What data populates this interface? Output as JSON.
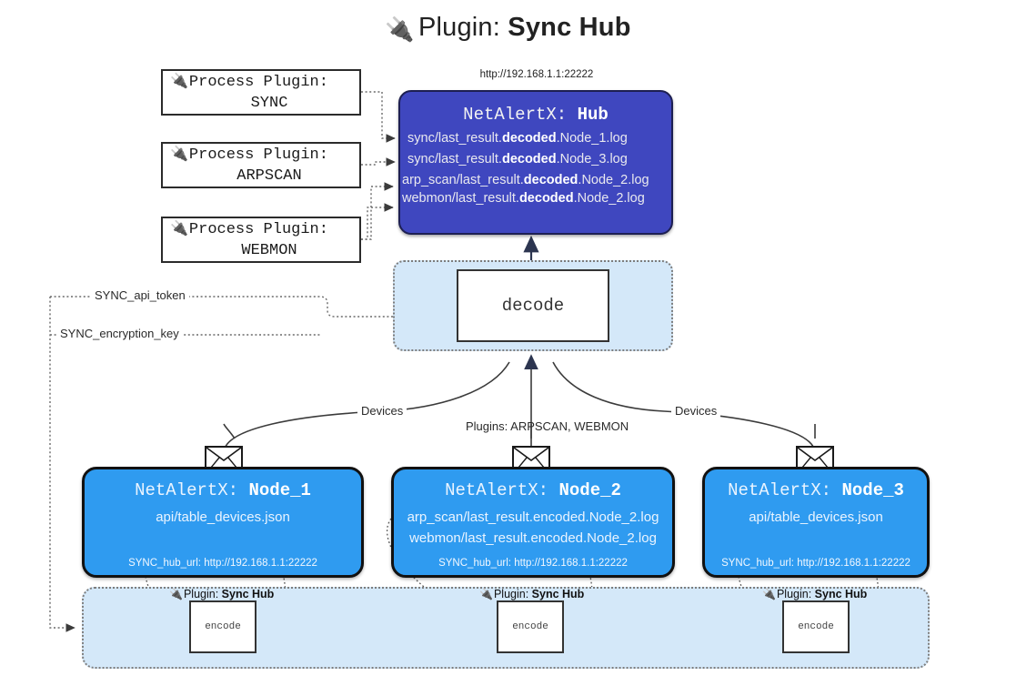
{
  "title": {
    "icon": "plug-icon",
    "prefix": "Plugin:",
    "name": "Sync Hub"
  },
  "hub": {
    "url": "http://192.168.1.1:22222",
    "title_prefix": "NetAlertX:",
    "title_name": "Hub",
    "log_lines": [
      {
        "pre": "sync/last_result.",
        "em": "decoded",
        "post": ".Node_1.log"
      },
      {
        "pre": "sync/last_result.",
        "em": "decoded",
        "post": ".Node_3.log"
      },
      {
        "pre": "arp_scan/last_result.",
        "em": "decoded",
        "post": ".Node_2.log"
      },
      {
        "pre": "webmon/last_result.",
        "em": "decoded",
        "post": ".Node_2.log"
      }
    ]
  },
  "process_plugins": [
    {
      "icon": "plug-icon",
      "line1": "Process Plugin:",
      "line2": "SYNC"
    },
    {
      "icon": "plug-icon",
      "line1": "Process Plugin:",
      "line2": "ARPSCAN"
    },
    {
      "icon": "plug-icon",
      "line1": "Process Plugin:",
      "line2": "WEBMON"
    }
  ],
  "decode": {
    "label": "decode"
  },
  "settings_edges": [
    {
      "label": "SYNC_api_token"
    },
    {
      "label": "SYNC_encryption_key"
    }
  ],
  "flow_labels": {
    "left_devices": "Devices",
    "center_plugins": "Plugins: ARPSCAN, WEBMON",
    "right_devices": "Devices"
  },
  "nodes": [
    {
      "title_prefix": "NetAlertX:",
      "title_name": "Node_1",
      "lines": [
        "api/table_devices.json"
      ],
      "footer": "SYNC_hub_url: http://192.168.1.1:22222"
    },
    {
      "title_prefix": "NetAlertX:",
      "title_name": "Node_2",
      "lines": [
        "arp_scan/last_result.encoded.Node_2.log",
        "webmon/last_result.encoded.Node_2.log"
      ],
      "footer": "SYNC_hub_url: http://192.168.1.1:22222"
    },
    {
      "title_prefix": "NetAlertX:",
      "title_name": "Node_3",
      "lines": [
        "api/table_devices.json"
      ],
      "footer": "SYNC_hub_url: http://192.168.1.1:22222"
    }
  ],
  "encoders": [
    {
      "icon": "plug-icon",
      "caption_prefix": "Plugin:",
      "caption_name": "Sync Hub",
      "box_label": "encode"
    },
    {
      "icon": "plug-icon",
      "caption_prefix": "Plugin:",
      "caption_name": "Sync Hub",
      "box_label": "encode"
    },
    {
      "icon": "plug-icon",
      "caption_prefix": "Plugin:",
      "caption_name": "Sync Hub",
      "box_label": "encode"
    }
  ],
  "colors": {
    "hub_fill": "#3f47bf",
    "node_fill": "#2f9bf0",
    "zone_fill": "#d4e8f9",
    "line": "#3b3b3b",
    "background": "#ffffff"
  }
}
